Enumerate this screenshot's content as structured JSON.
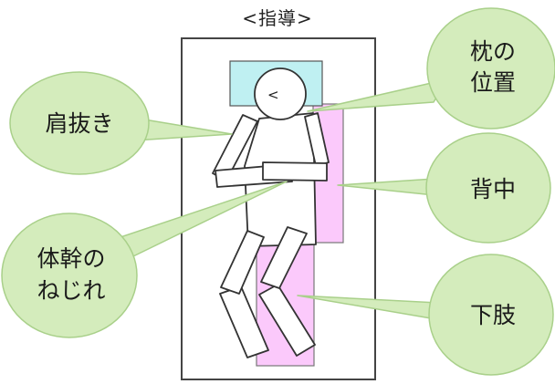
{
  "title": "<指導>",
  "colors": {
    "bubble_fill": "#d4ecbc",
    "bubble_stroke": "#a9d08a",
    "pillow_fill": "#bff0f2",
    "support_fill": "#fbc9fb",
    "support_stroke": "#777777",
    "figure_stroke": "#333333"
  },
  "labels": {
    "shoulder": "肩抜き",
    "pillow_line1": "枕の",
    "pillow_line2": "位置",
    "back": "背中",
    "trunk_line1": "体幹の",
    "trunk_line2": "ねじれ",
    "lower_limb": "下肢"
  },
  "head_mark": "<"
}
